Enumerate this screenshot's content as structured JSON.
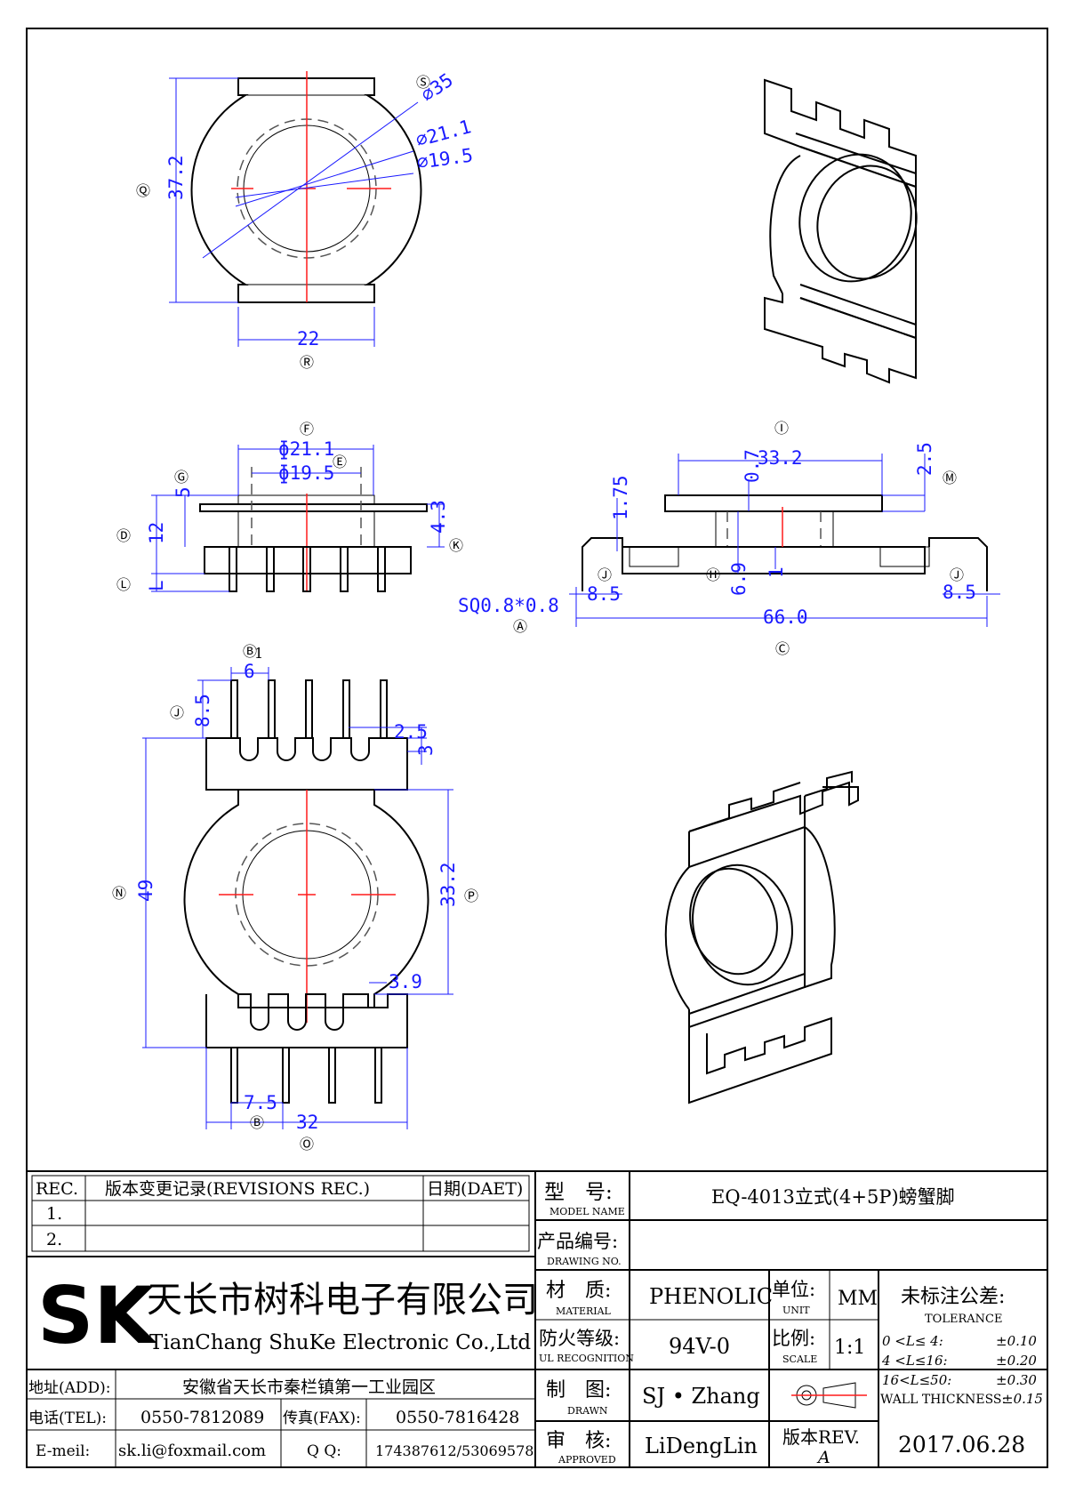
{
  "dims": {
    "top_phi35": "⌀35",
    "top_phi21": "⌀21.1",
    "top_phi19": "⌀19.5",
    "top_h": "37.2",
    "top_w": "22",
    "side_phi21": "ɸ21.1",
    "side_phi19": "ɸ19.5",
    "side_5": "5",
    "side_12": "12",
    "side_43": "4.3",
    "side_L": "L",
    "right_332": "33.2",
    "right_07": "0.7",
    "right_25": "2.5",
    "right_175": "1.75",
    "right_69": "6.9",
    "right_1": "1",
    "right_85a": "8.5",
    "right_85b": "8.5",
    "right_660": "66.0",
    "right_sq": "SQ0.8*0.8",
    "bot_6": "6",
    "bot_85": "8.5",
    "bot_25": "2.5",
    "bot_3": "3",
    "bot_49": "49",
    "bot_332": "33.2",
    "bot_39": "3.9",
    "bot_75": "7.5",
    "bot_32": "32"
  },
  "markers": {
    "S": "Ⓢ",
    "Q": "Ⓠ",
    "R": "Ⓡ",
    "F": "Ⓕ",
    "E": "Ⓔ",
    "G": "Ⓖ",
    "D": "Ⓓ",
    "K": "Ⓚ",
    "L": "Ⓛ",
    "I": "Ⓘ",
    "M": "Ⓜ",
    "J1": "Ⓙ",
    "H": "Ⓗ",
    "J2": "Ⓙ",
    "A": "Ⓐ",
    "C": "Ⓒ",
    "B1": "Ⓑ",
    "J3": "Ⓙ",
    "N": "Ⓝ",
    "P": "Ⓟ",
    "B2": "Ⓑ",
    "O": "Ⓞ",
    "B1suffix": "1"
  },
  "title_block": {
    "rev_header": "REC.",
    "rev_record": "版本变更记录(REVISIONS REC.)",
    "date_header": "日期(DAET)",
    "rev_rows": [
      "1.",
      "2."
    ],
    "model_label": "型　号:",
    "model_label_en": "MODEL NAME",
    "model_value": "EQ-4013立式(4+5P)螃蟹脚",
    "drawing_label": "产品编号:",
    "drawing_label_en": "DRAWING NO.",
    "drawing_value": "",
    "company_logo": "SK",
    "company_name_cn": "天长市树科电子有限公司",
    "company_name_en": "TianChang ShuKe Electronic Co.,Ltd",
    "material_label": "材　质:",
    "material_label_en": "MATERIAL",
    "material_value": "PHENOLIC",
    "unit_label": "单位:",
    "unit_label_en": "UNIT",
    "unit_value": "MM",
    "tolerance_label": "未标注公差:",
    "tolerance_label_en": "TOLERANCE",
    "fire_label": "防火等级:",
    "fire_label_en": "UL RECOGNITION",
    "fire_value": "94V-0",
    "scale_label": "比例:",
    "scale_label_en": "SCALE",
    "scale_value": "1:1",
    "tolerances": [
      {
        "range": "0 <L≤ 4:",
        "value": "±0.10"
      },
      {
        "range": "4 <L≤16:",
        "value": "±0.20"
      },
      {
        "range": "16<L≤50:",
        "value": "±0.30"
      }
    ],
    "wall_label": "WALL THICKNESS:",
    "wall_value": "±0.15",
    "address_label": "地址(ADD):",
    "address_value": "安徽省天长市秦栏镇第一工业园区",
    "tel_label": "电话(TEL):",
    "tel_value": "0550-7812089",
    "fax_label": "传真(FAX):",
    "fax_value": "0550-7816428",
    "email_label": "E-meil:",
    "email_value": "sk.li@foxmail.com",
    "qq_label": "Q Q:",
    "qq_value": "174387612/53069578",
    "drawn_label": "制　图:",
    "drawn_label_en": "DRAWN",
    "drawn_value": "SJ • Zhang",
    "approved_label": "审　核:",
    "approved_label_en": "APPROVED",
    "approved_value": "LiDengLin",
    "revision_label": "版本REV.",
    "revision_value": "A",
    "date_value": "2017.06.28"
  }
}
